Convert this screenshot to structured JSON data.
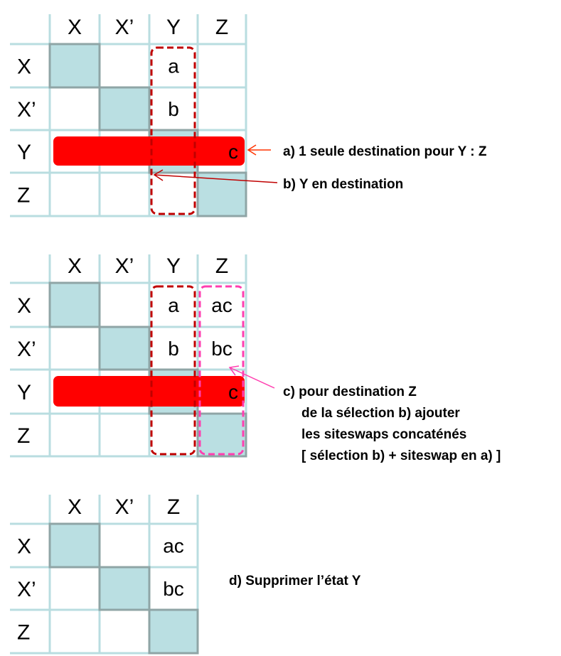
{
  "colors": {
    "grid_line": "#b9dde0",
    "diagonal_fill": "#badfe2",
    "diagonal_border": "#8fa5a6",
    "highlight_bar": "#ff0000",
    "selection_dashed": "#c00000",
    "concat_dashed": "#ff3fb0",
    "arrow_a": "#ff3300",
    "arrow_b": "#c00000",
    "arrow_c": "#ff3fb0"
  },
  "diagrams": [
    {
      "columns": [
        "X",
        "X’",
        "Y",
        "Z"
      ],
      "rows": [
        "X",
        "X’",
        "Y",
        "Z"
      ],
      "cells": [
        [
          "",
          "",
          "a",
          ""
        ],
        [
          "",
          "",
          "b",
          ""
        ],
        [
          "",
          "",
          "",
          "c"
        ],
        [
          "",
          "",
          "",
          ""
        ]
      ]
    },
    {
      "columns": [
        "X",
        "X’",
        "Y",
        "Z"
      ],
      "rows": [
        "X",
        "X’",
        "Y",
        "Z"
      ],
      "cells": [
        [
          "",
          "",
          "a",
          "ac"
        ],
        [
          "",
          "",
          "b",
          "bc"
        ],
        [
          "",
          "",
          "",
          "c"
        ],
        [
          "",
          "",
          "",
          ""
        ]
      ]
    },
    {
      "columns": [
        "X",
        "X’",
        "Z"
      ],
      "rows": [
        "X",
        "X’",
        "Z"
      ],
      "cells": [
        [
          "",
          "",
          "ac"
        ],
        [
          "",
          "",
          "bc"
        ],
        [
          "",
          "",
          ""
        ]
      ]
    }
  ],
  "notes": {
    "a": "a) 1 seule destination pour Y : Z",
    "b": "b) Y en destination",
    "c": [
      "c) pour destination Z",
      "de la sélection b) ajouter",
      "les siteswaps concaténés",
      "[ sélection b) + siteswap en a) ]"
    ],
    "d": "d) Supprimer l’état Y"
  }
}
